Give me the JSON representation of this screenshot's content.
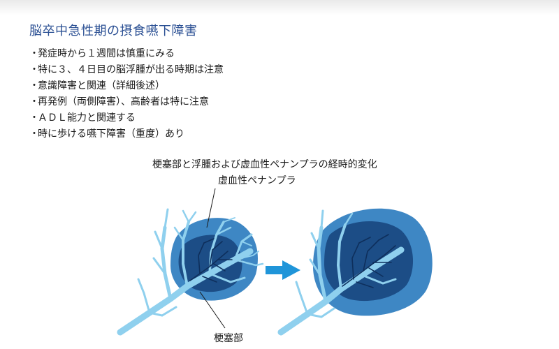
{
  "title": "脳卒中急性期の摂食嚥下障害",
  "bullets": [
    "発症時から１週間は慎重にみる",
    "特に３、４日目の脳浮腫が出る時期は注意",
    "意識障害と関連（詳細後述）",
    "再発例（両側障害）、高齢者は特に注意",
    "ＡＤＬ能力と関連する",
    "時に歩ける嚥下障害（重度）あり"
  ],
  "bullet_marker": "・",
  "diagram": {
    "title": "梗塞部と浮腫および虚血性ペナンプラの経時的変化",
    "label_penumbra": "虚血性ペナンプラ",
    "label_infarct": "梗塞部",
    "colors": {
      "penumbra": "#3e87c4",
      "infarct": "#1c4d86",
      "vessel": "#8fd0ee",
      "arrow": "#1f95d9"
    }
  }
}
